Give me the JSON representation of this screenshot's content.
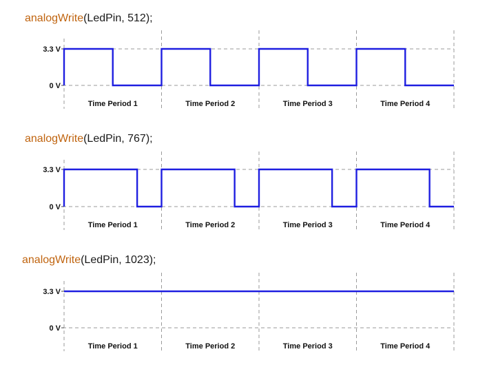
{
  "charts": [
    {
      "code": {
        "fn": "analogWrite",
        "args": "(LedPin, 512);"
      },
      "duty": 0.5,
      "y_labels": {
        "high": "3.3 V",
        "low": "0 V"
      },
      "periods": [
        "Time Period 1",
        "Time Period 2",
        "Time Period 3",
        "Time Period 4"
      ]
    },
    {
      "code": {
        "fn": "analogWrite",
        "args": "(LedPin, 767);"
      },
      "duty": 0.75,
      "y_labels": {
        "high": "3.3 V",
        "low": "0 V"
      },
      "periods": [
        "Time Period 1",
        "Time Period 2",
        "Time Period 3",
        "Time Period 4"
      ]
    },
    {
      "code": {
        "fn": "analogWrite",
        "args": "(LedPin, 1023);"
      },
      "duty": 1.0,
      "y_labels": {
        "high": "3.3 V",
        "low": "0 V"
      },
      "periods": [
        "Time Period 1",
        "Time Period 2",
        "Time Period 3",
        "Time Period 4"
      ]
    }
  ],
  "colors": {
    "wave": "#1e1ee0",
    "code_fn": "#c0640f",
    "code_args": "#1a1a1a",
    "grid": "#9a9a9a"
  }
}
